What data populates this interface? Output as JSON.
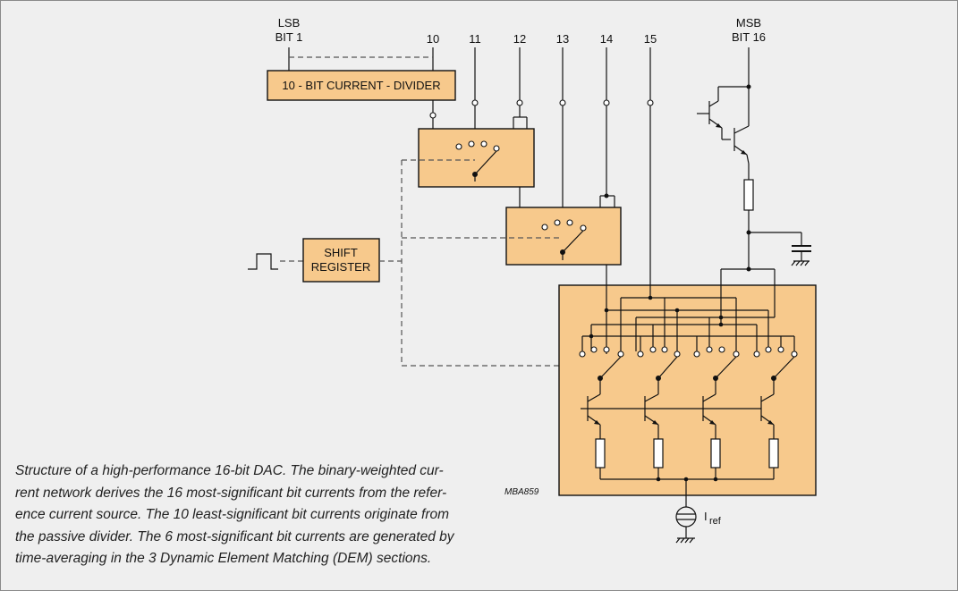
{
  "labels": {
    "lsb_line1": "LSB",
    "lsb_line2": "BIT 1",
    "msb_line1": "MSB",
    "msb_line2": "BIT 16",
    "bit10": "10",
    "bit11": "11",
    "bit12": "12",
    "bit13": "13",
    "bit14": "14",
    "bit15": "15",
    "divider": "10 - BIT CURRENT - DIVIDER",
    "shift_line1": "SHIFT",
    "shift_line2": "REGISTER",
    "iref_main": "I",
    "iref_sub": "ref",
    "figure_code": "MBA859"
  },
  "caption": {
    "lines": [
      "Structure of a high-performance 16-bit DAC. The binary-weighted cur-",
      "rent network derives the 16 most-significant bit currents from the refer-",
      "ence current source. The 10 least-significant bit currents originate from",
      "the passive divider. The 6 most-significant bit currents are generated by",
      "time-averaging in the 3 Dynamic Element Matching (DEM) sections."
    ]
  },
  "colors": {
    "box_fill": "#f7c98c",
    "background": "#efefef"
  }
}
